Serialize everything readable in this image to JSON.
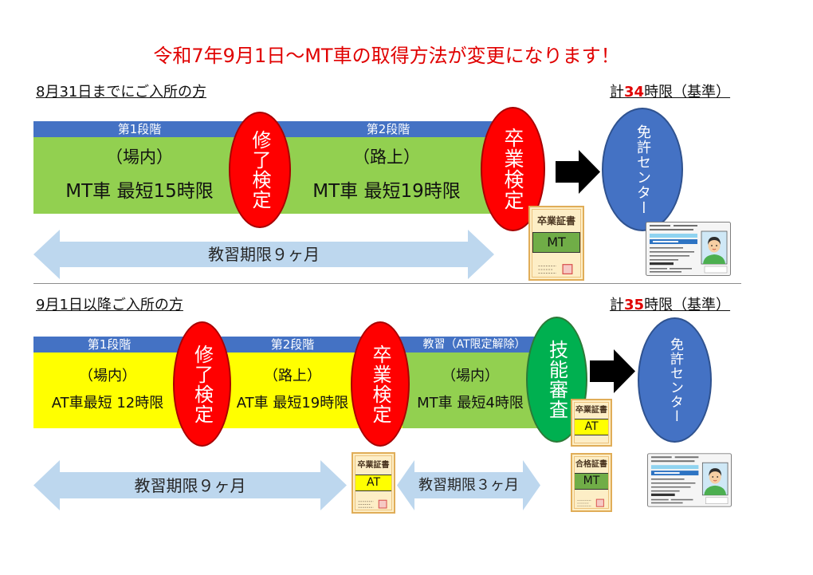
{
  "title": "令和7年9月1日～MT車の取得方法が変更になります！",
  "colors": {
    "title_red": "#e00000",
    "highlight_red": "#e00000",
    "stage_bar_blue": "#4472c4",
    "green_band": "#92d050",
    "yellow_band": "#ffff00",
    "exam_red": "#ff0000",
    "review_green": "#00b050",
    "center_blue": "#4472c4",
    "period_arrow": "#bdd7ee",
    "mt_badge": "#70ad47",
    "at_badge": "#ffff00"
  },
  "before": {
    "heading": "8月31日までにご入所の方",
    "total": {
      "prefix": "計",
      "hours": "34",
      "suffix": "時限（基準）"
    },
    "stages": [
      {
        "label": "第1段階",
        "place": "（場内）",
        "detail": "MT車 最短15時限"
      },
      {
        "label": "第2段階",
        "place": "（路上）",
        "detail": "MT車 最短19時限"
      }
    ],
    "exams": [
      "修了検定",
      "卒業検定"
    ],
    "destination": "免許センター",
    "certificate": {
      "title": "卒業証書",
      "type": "MT"
    },
    "period": "教習期限９ヶ月"
  },
  "after": {
    "heading": "9月1日以降ご入所の方",
    "total": {
      "prefix": "計",
      "hours": "35",
      "suffix": "時限（基準）"
    },
    "stages": [
      {
        "label": "第1段階",
        "place": "（場内）",
        "detail": "AT車最短 12時限"
      },
      {
        "label": "第2段階",
        "place": "（路上）",
        "detail": "AT車 最短19時限"
      },
      {
        "label": "教習（AT限定解除）",
        "place": "（場内）",
        "detail": "MT車 最短4時限"
      }
    ],
    "exams": [
      "修了検定",
      "卒業検定",
      "技能審査"
    ],
    "destination": "免許センター",
    "certificates": [
      {
        "title": "卒業証書",
        "type": "AT"
      },
      {
        "title": "卒業証書",
        "type": "AT"
      },
      {
        "title": "合格証書",
        "type": "MT"
      }
    ],
    "periods": [
      "教習期限９ヶ月",
      "教習期限３ヶ月"
    ]
  }
}
